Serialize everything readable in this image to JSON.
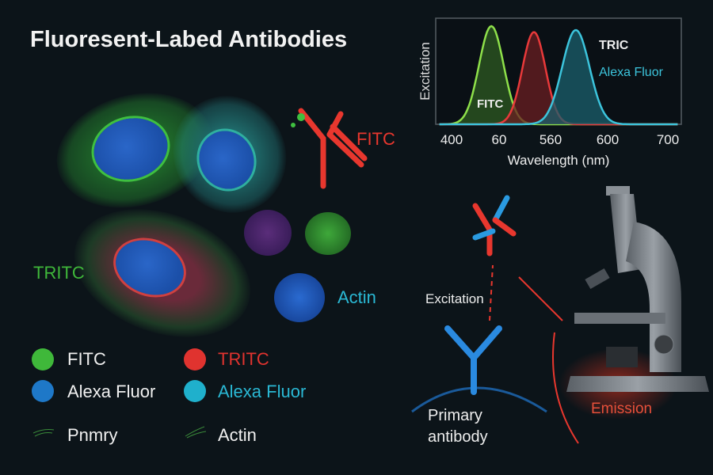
{
  "title": "Fluoresent-Labed Antibodies",
  "labels": {
    "fitc_antibody": "FITC",
    "tritc_cell": "TRITC",
    "actin_cell": "Actin",
    "excitation": "Excitation",
    "primary_antibody_line1": "Primary",
    "primary_antibody_line2": "antibody",
    "emission": "Emission"
  },
  "legend": [
    {
      "label": "FITC",
      "color": "#3fb83a",
      "text_color": "#f0f0f0"
    },
    {
      "label": "TRITC",
      "color": "#e0332f",
      "text_color": "#e0332f"
    },
    {
      "label": "Alexa Fluor",
      "color": "#1e78c8",
      "text_color": "#f0f0f0"
    },
    {
      "label": "Alexa Fluor",
      "color": "#1fb0cc",
      "text_color": "#2ab8d4"
    },
    {
      "label": "Pnmry",
      "icon": "fiber-icon"
    },
    {
      "label": "Actin",
      "icon": "fiber-icon"
    }
  ],
  "chart_data": {
    "type": "area",
    "xlabel": "Wavelength (nm)",
    "ylabel": "Excitation",
    "xlim": [
      380,
      720
    ],
    "x_tick_labels": [
      "400",
      "60",
      "560",
      "600",
      "700"
    ],
    "series": [
      {
        "name": "FITC",
        "center": 457,
        "width": 17,
        "peak": 1.0,
        "color": "#8ee04a",
        "fill": "#2d5a22"
      },
      {
        "name": "TRIC",
        "center": 516,
        "width": 16,
        "peak": 0.94,
        "color": "#e8393a",
        "fill": "#6a1d22"
      },
      {
        "name": "Alexa Fluor",
        "center": 574,
        "width": 19,
        "peak": 0.96,
        "color": "#3cc4dc",
        "fill": "#1b5f6c"
      }
    ],
    "series_labels": [
      "FITC",
      "TRIC",
      "Alexa Fluor"
    ]
  }
}
